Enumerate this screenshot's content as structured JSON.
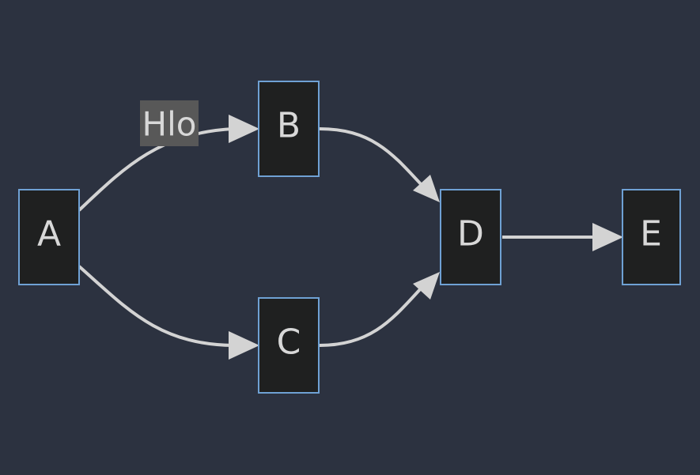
{
  "diagram": {
    "nodes": {
      "a": "A",
      "b": "B",
      "c": "C",
      "d": "D",
      "e": "E"
    },
    "edge_labels": {
      "a_b": "Hlo"
    }
  },
  "colors": {
    "background": "#2c3240",
    "node_fill": "#1f2020",
    "node_border": "#6fa1d4",
    "edge": "#d3d3d3",
    "label_background": "#585858",
    "text": "#d8d8d8"
  }
}
